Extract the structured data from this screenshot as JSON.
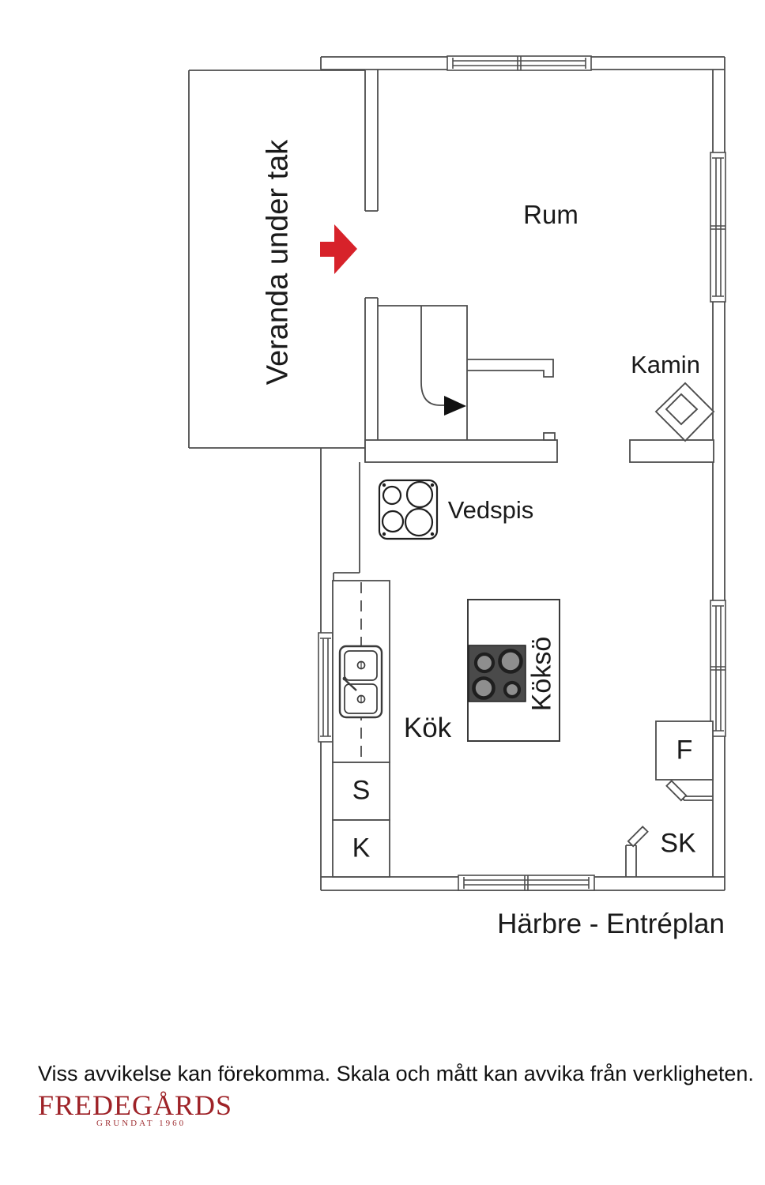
{
  "plan": {
    "title": "Härbre - Entréplan",
    "rooms": {
      "veranda": "Veranda under tak",
      "rum": "Rum",
      "kamin": "Kamin",
      "vedspis": "Vedspis",
      "kok": "Kök",
      "kokso": "Köksö"
    },
    "closets": {
      "s": "S",
      "k": "K",
      "f": "F",
      "sk": "SK"
    }
  },
  "footer": {
    "disclaimer": "Viss avvikelse kan förekomma. Skala och mått kan avvika från verkligheten.",
    "brand": "FREDEGÅRDS",
    "brand_sub": "GRUNDAT 1960"
  },
  "colors": {
    "entrance_arrow": "#d7222a",
    "brand_red": "#9e2227",
    "wall_line": "#4d4d4d",
    "cooktop_dark": "#4a4a4a",
    "burner_gray": "#8e8e8e"
  }
}
